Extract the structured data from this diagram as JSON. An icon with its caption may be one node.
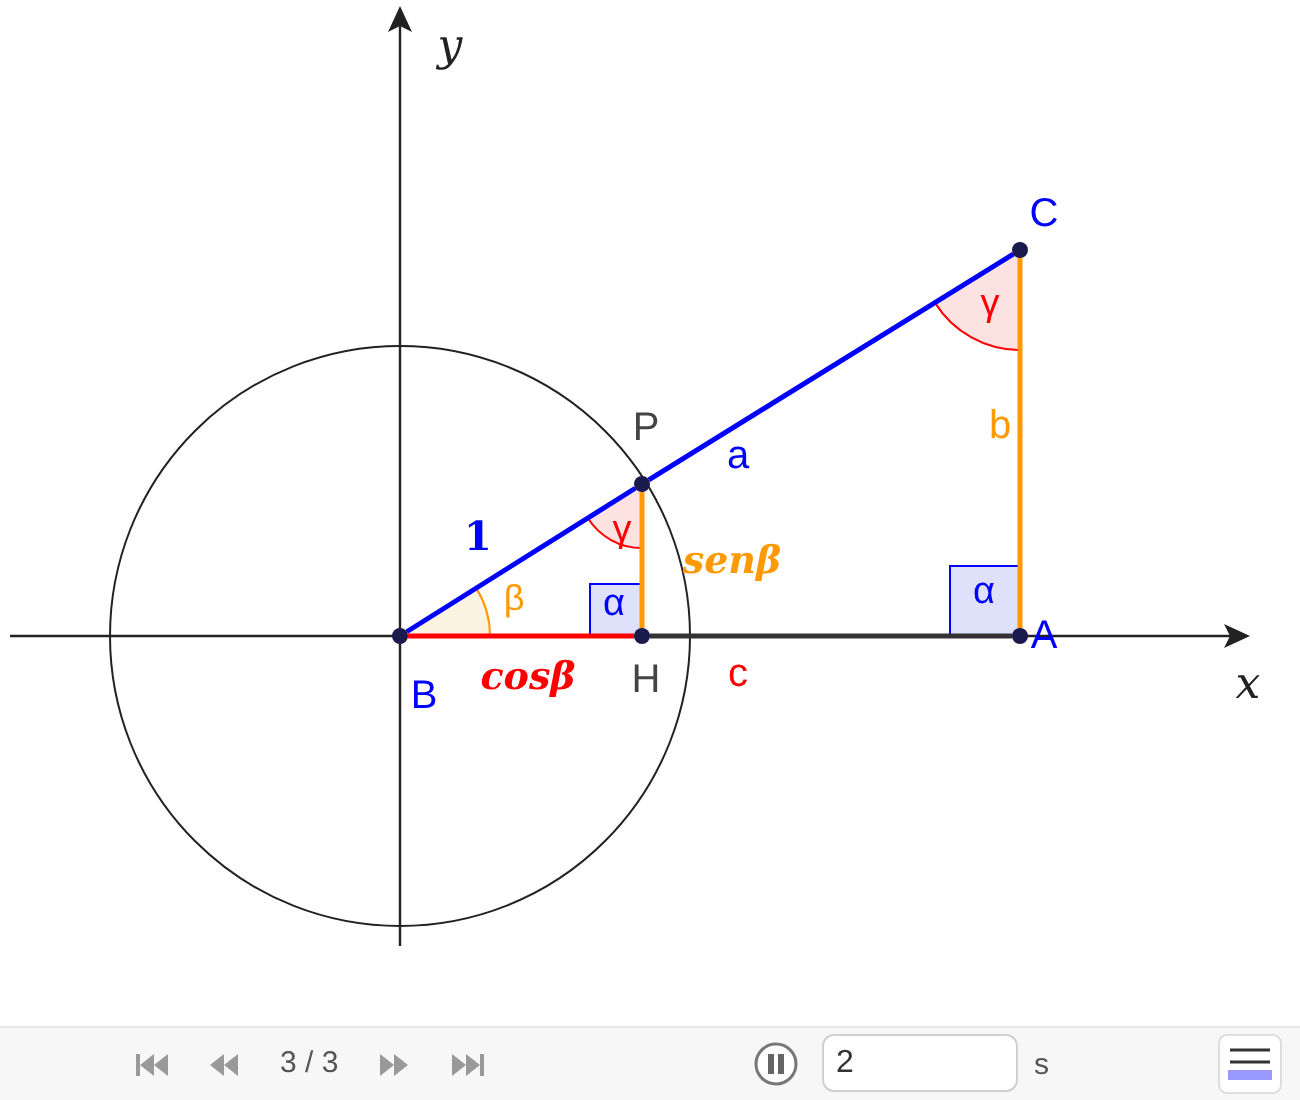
{
  "diagram": {
    "nodes": [
      {
        "text": [
          "B"
        ]
      },
      {
        "text": [
          "P"
        ]
      },
      {
        "text": [
          "H"
        ]
      },
      {
        "text": [
          "A"
        ]
      },
      {
        "text": [
          "C"
        ]
      }
    ],
    "edges": [
      {
        "from": 0,
        "to": 1,
        "arrow": "none",
        "label": "1",
        "color": "#0000ff"
      },
      {
        "from": 1,
        "to": 4,
        "arrow": "none",
        "label": "a",
        "color": "#0000ff"
      },
      {
        "from": 4,
        "to": 3,
        "arrow": "none",
        "label": "b",
        "color": "#ff9900"
      },
      {
        "from": 1,
        "to": 2,
        "arrow": "none",
        "label": "senβ",
        "color": "#ff9900"
      },
      {
        "from": 0,
        "to": 2,
        "arrow": "none",
        "label": "cosβ",
        "color": "#ff0000"
      },
      {
        "from": 2,
        "to": 3,
        "arrow": "none",
        "label": "c",
        "color": "#333333"
      }
    ],
    "labels": [
      "y",
      "γ",
      "γ",
      "β",
      "α",
      "α",
      "x",
      "3 / 3",
      "2",
      "s"
    ]
  }
}
